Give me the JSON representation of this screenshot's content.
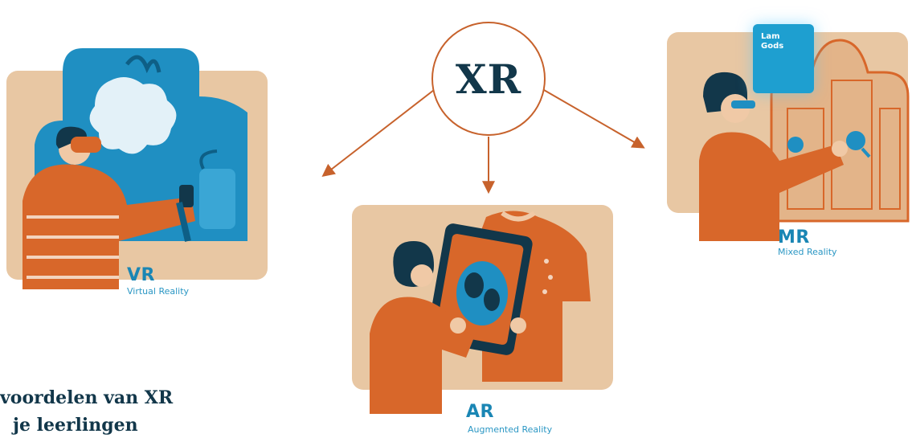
{
  "center": {
    "label": "XR"
  },
  "vr": {
    "title": "VR",
    "subtitle": "Virtual Reality"
  },
  "ar": {
    "title": "AR",
    "subtitle": "Augmented Reality"
  },
  "mr": {
    "title": "MR",
    "subtitle": "Mixed Reality",
    "sign_text": "Lam Gods"
  },
  "bottom_heading": {
    "line1": "voordelen van XR",
    "line2": "je leerlingen"
  },
  "colors": {
    "arrow": "#c7622c",
    "navy": "#12374a",
    "blue": "#1a86b4",
    "orange": "#d8672a",
    "tan": "#e8c7a3"
  }
}
